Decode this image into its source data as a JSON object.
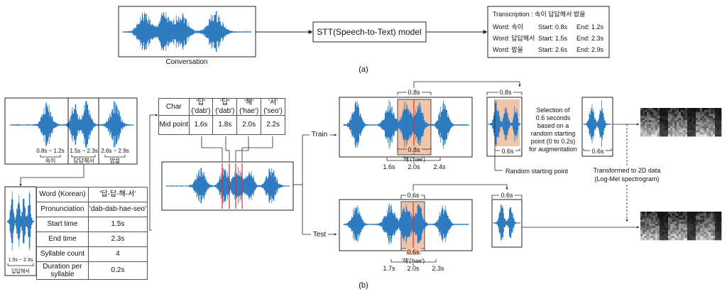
{
  "part_a": {
    "caption": "(a)",
    "conversation_label": "Conversation",
    "model_label": "STT(Speech-to-Text) model",
    "transcription": "Transcription : 속이 답답해서 밥을",
    "words": [
      {
        "word": "Word: 속이",
        "start": "Start: 0.8s",
        "end": "End: 1.2s"
      },
      {
        "word": "Word: 답답해서",
        "start": "Start: 1.5s",
        "end": "End: 2.3s"
      },
      {
        "word": "Word: 밥을",
        "start": "Start: 2.6s",
        "end": "End: 2.9s"
      }
    ]
  },
  "part_b": {
    "caption": "(b)",
    "segments": [
      {
        "range": "0.8s ~ 1.2s",
        "word": "속이"
      },
      {
        "range": "1.5s ~ 2.3s",
        "word": "답답해서"
      },
      {
        "range": "2.6s ~ 2.9s",
        "word": "밥을"
      }
    ],
    "word_clip": {
      "range": "1.5s ~ 2.3s",
      "word": "답답해서"
    },
    "word_table": [
      {
        "label": "Word (Korean)",
        "value": "'답-답-해-서'"
      },
      {
        "label": "Pronunciation",
        "value": "'dab-dab-hae-seo'"
      },
      {
        "label": "Start time",
        "value": "1.5s"
      },
      {
        "label": "End time",
        "value": "2.3s"
      },
      {
        "label": "Syllable count",
        "value": "4"
      },
      {
        "label": "Duration per syllable",
        "value": "0.2s"
      }
    ],
    "mid_table": {
      "char_header": "Char",
      "mid_header": "Mid point",
      "chars": [
        {
          "char": "'답'",
          "roman": "('dab')",
          "mid": "1.6s"
        },
        {
          "char": "'답'",
          "roman": "('dab')",
          "mid": "1.8s"
        },
        {
          "char": "'해'",
          "roman": "('hae')",
          "mid": "2.0s"
        },
        {
          "char": "'서'",
          "roman": "('seo')",
          "mid": "2.2s"
        }
      ]
    },
    "train_label": "Train",
    "test_label": "Test",
    "train": {
      "window": "0.8s",
      "window_inner": "0.8s",
      "syllable": "'해'('hae')",
      "left_time": "1.6s",
      "center_time": "2.0s",
      "right_time": "2.4s",
      "crop_window": "0.8s",
      "crop_inner": "0.6s",
      "selected": "0.6s"
    },
    "test": {
      "window": "0.6s",
      "window_inner": "0.6s",
      "syllable": "'해'('hae')",
      "left_time": "1.7s",
      "center_time": "2.0s",
      "right_time": "2.3s",
      "crop_window": "0.6s"
    },
    "selection_note": [
      "Selection of",
      "0.6 seconds",
      "based on a",
      "random starting",
      "point (0 to 0.2s)",
      "for augmentation"
    ],
    "random_start_label": "Random starting point",
    "transform_note": [
      "Transformed to 2D data",
      "(Log-Mel spectrogram)"
    ]
  },
  "colors": {
    "waveform": "#2e7bbf",
    "highlight": "#f2c4aa",
    "midline": "#d93030",
    "border": "#222222"
  }
}
